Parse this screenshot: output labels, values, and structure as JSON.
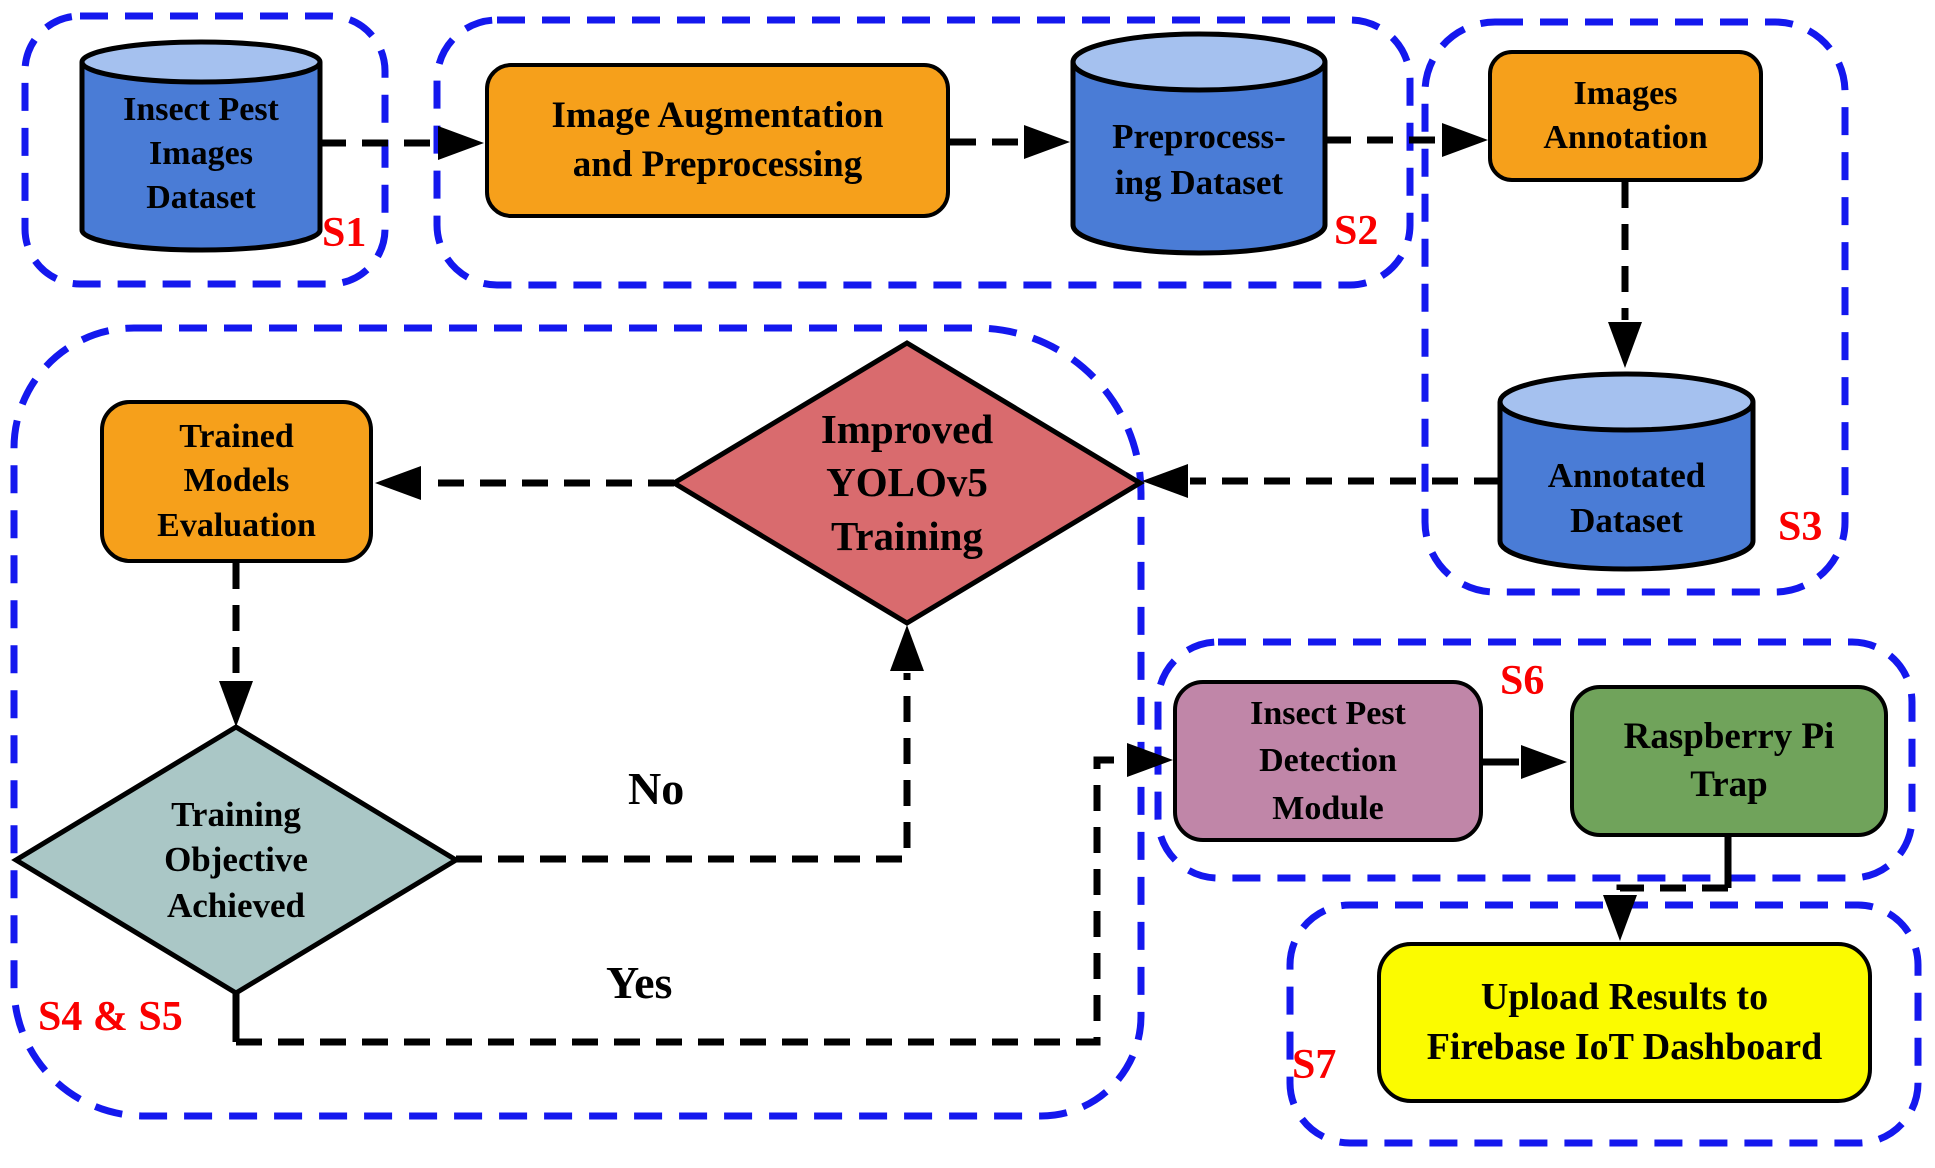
{
  "title": "Insect pest detection system workflow flowchart",
  "colors": {
    "region_border": "#1418EE",
    "step_tag": "#FA0000",
    "process_fill": "#F6A01B",
    "cylinder_body_fill": "#4A7CD6",
    "cylinder_top_fill": "#A5C1EF",
    "training_decision_fill": "#D96B6E",
    "objective_decision_fill": "#AAC7C6",
    "detection_module_fill": "#C086A8",
    "raspberry_trap_fill": "#70A35B",
    "upload_fill": "#FBFB00",
    "connector": "#000000"
  },
  "regions": {
    "s1": {
      "tag": "S1"
    },
    "s2": {
      "tag": "S2"
    },
    "s3": {
      "tag": "S3"
    },
    "s45": {
      "tag": "S4 & S5"
    },
    "s6": {
      "tag": "S6"
    },
    "s7": {
      "tag": "S7"
    }
  },
  "nodes": {
    "insect_pest_dataset": {
      "shape": "database-cylinder",
      "label": "Insect Pest\nImages\nDataset"
    },
    "image_augmentation": {
      "shape": "process",
      "label": "Image Augmentation\nand Preprocessing"
    },
    "preprocessing_dataset": {
      "shape": "database-cylinder",
      "label": "Preprocess-\ning Dataset"
    },
    "images_annotation": {
      "shape": "process",
      "label": "Images\nAnnotation"
    },
    "annotated_dataset": {
      "shape": "database-cylinder",
      "label": "Annotated\nDataset"
    },
    "trained_models_evaluation": {
      "shape": "process",
      "label": "Trained\nModels\nEvaluation"
    },
    "improved_yolov5_training": {
      "shape": "decision",
      "label": "Improved\nYOLOv5\nTraining"
    },
    "training_objective_achieved": {
      "shape": "decision",
      "label": "Training\nObjective\nAchieved"
    },
    "insect_pest_detection_module": {
      "shape": "process",
      "label": "Insect Pest\nDetection\nModule"
    },
    "raspberry_pi_trap": {
      "shape": "process",
      "label": "Raspberry Pi\nTrap"
    },
    "upload_results": {
      "shape": "process",
      "label": "Upload Results to\nFirebase IoT Dashboard"
    }
  },
  "branch_labels": {
    "no": "No",
    "yes": "Yes"
  }
}
